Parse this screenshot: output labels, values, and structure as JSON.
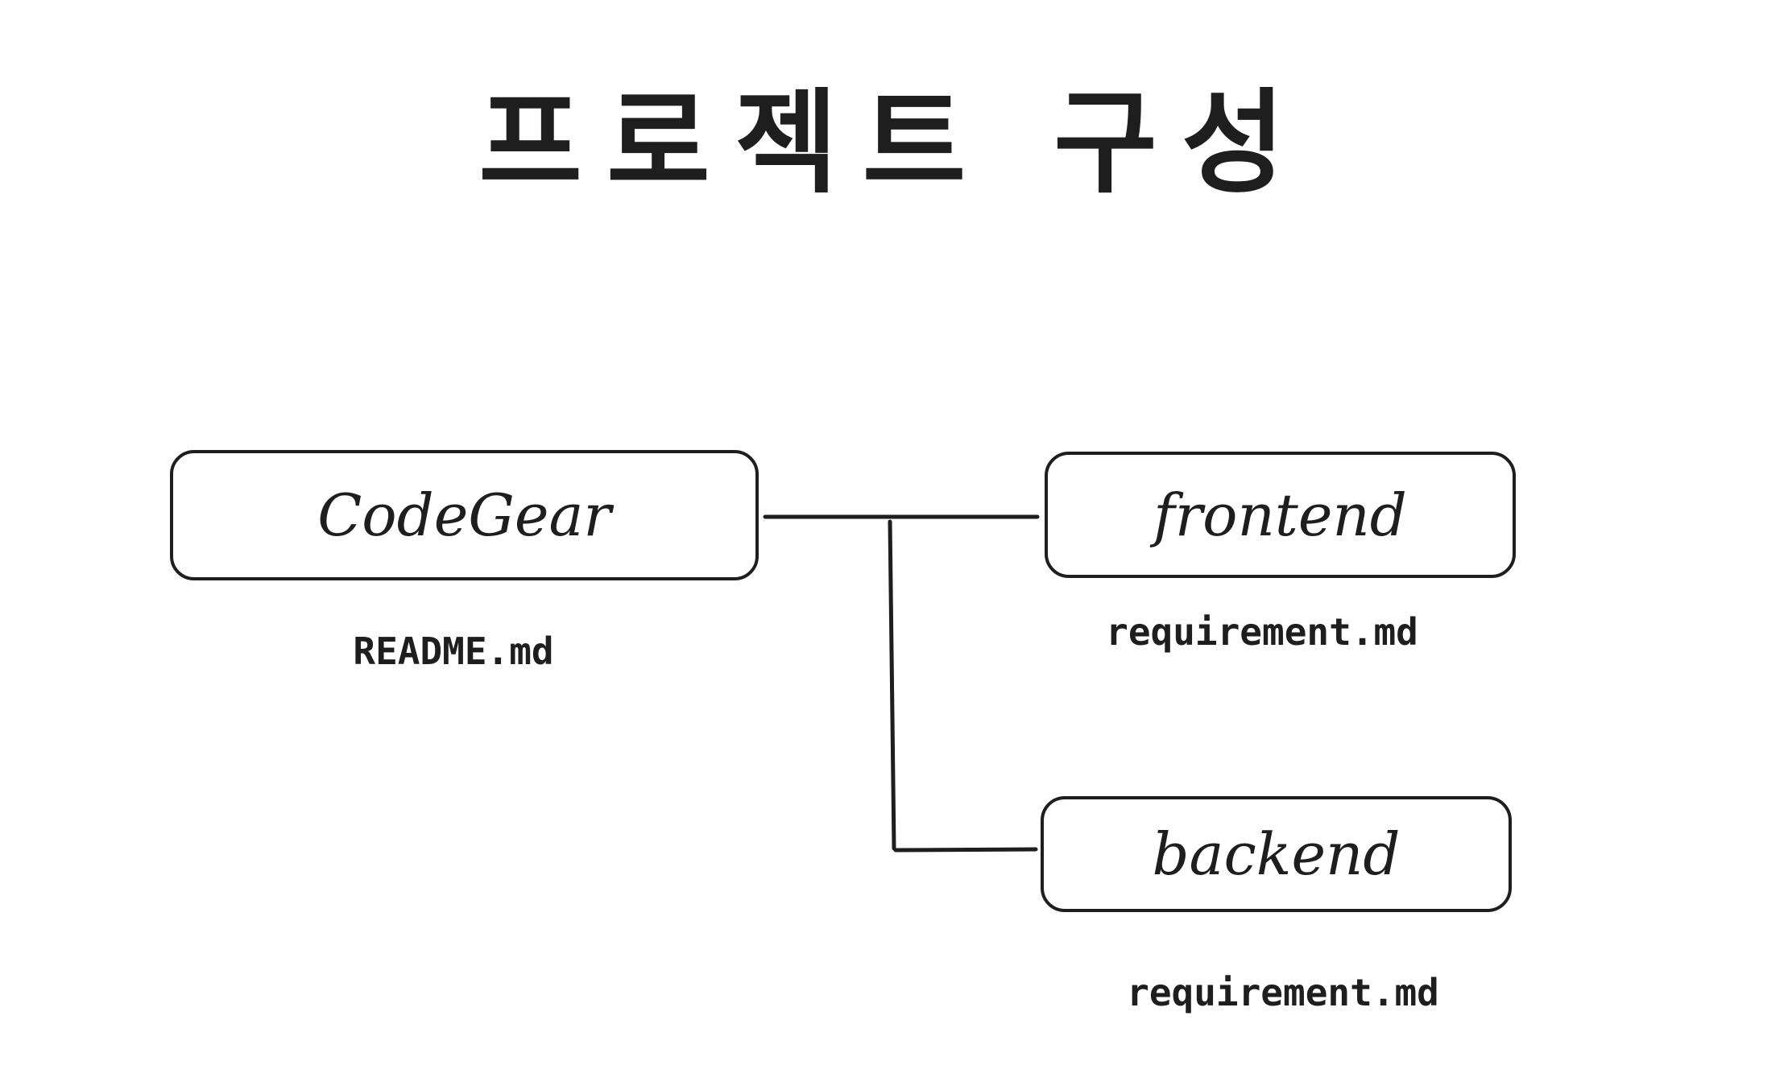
{
  "diagram": {
    "title": "프로젝트 구성",
    "nodes": [
      {
        "id": "codegear",
        "label": "CodeGear",
        "file": "README.md"
      },
      {
        "id": "frontend",
        "label": "frontend",
        "file": "requirement.md"
      },
      {
        "id": "backend",
        "label": "backend",
        "file": "requirement.md"
      }
    ],
    "edges": [
      {
        "from": "codegear",
        "to": "frontend"
      },
      {
        "from": "codegear",
        "to": "backend"
      }
    ],
    "colors": {
      "stroke": "#1e1e1e",
      "background": "#ffffff"
    }
  }
}
